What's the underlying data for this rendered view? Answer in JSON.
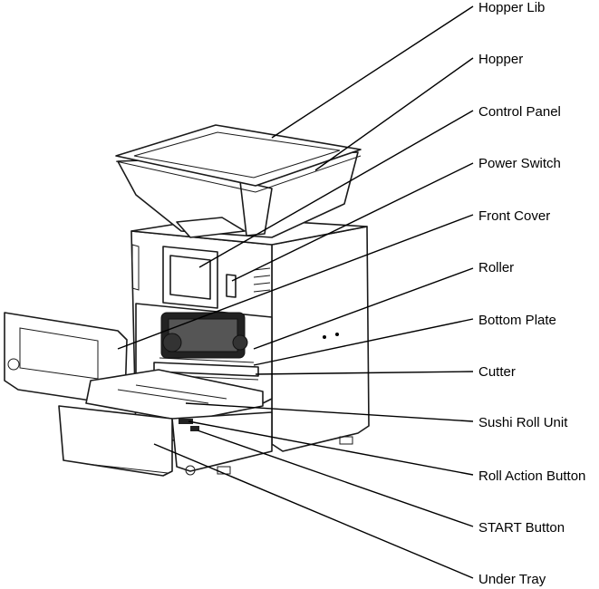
{
  "labels": [
    "Hopper Lib",
    "Hopper",
    "Control Panel",
    "Power Switch",
    "Front Cover",
    "Roller",
    "Bottom Plate",
    "Cutter",
    "Sushi Roll Unit",
    "Roll Action Button",
    "START Button",
    "Under Tray"
  ]
}
